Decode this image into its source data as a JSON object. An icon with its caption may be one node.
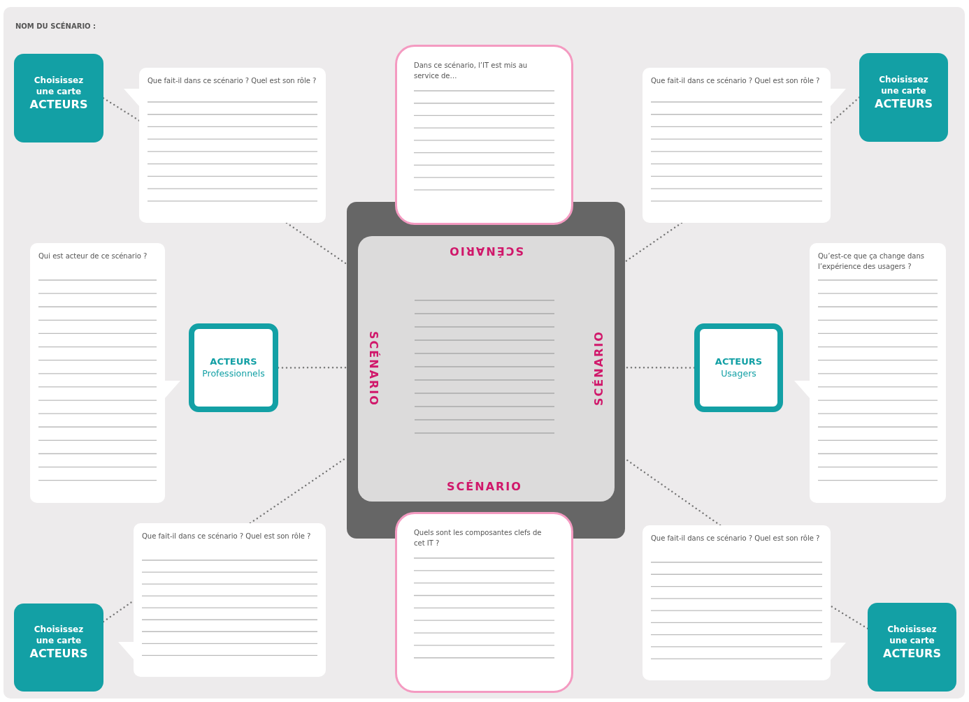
{
  "diagram": {
    "title": "NOM DU SCÉNARIO :",
    "nodes": [
      {
        "text": [],
        "shape": "box"
      },
      {
        "text": [
          "SCÉNARIO",
          "SCÉNARIO",
          "SCÉNARIO",
          "SCÉNARIO"
        ],
        "in": 0
      },
      {
        "text": [
          "Choisissez une carte",
          "ACTEURS"
        ]
      },
      {
        "text": [
          "Que fait-il dans ce scénario ? Quel est son rôle ?"
        ]
      },
      {
        "text": [
          "Dans ce scénario, l’IT est mis au service de…"
        ]
      },
      {
        "text": [
          "Que fait-il dans ce scénario ? Quel est son rôle ?"
        ]
      },
      {
        "text": [
          "Choisissez une carte",
          "ACTEURS"
        ]
      },
      {
        "text": [
          "Qui est acteur de ce scénario ?"
        ]
      },
      {
        "text": [
          "ACTEURS",
          "Professionnels"
        ]
      },
      {
        "text": [
          "ACTEURS",
          "Usagers"
        ]
      },
      {
        "text": [
          "Qu’est-ce que ça change dans l’expérience des usagers ?"
        ]
      },
      {
        "text": [
          "Que fait-il dans ce scénario ? Quel est son rôle ?"
        ]
      },
      {
        "text": [
          "Quels sont les composantes clefs de cet IT ?"
        ]
      },
      {
        "text": [
          "Que fait-il dans ce scénario ? Quel est son rôle ?"
        ]
      },
      {
        "text": [
          "Choisissez une carte",
          "ACTEURS"
        ]
      },
      {
        "text": [
          "Choisissez une carte",
          "ACTEURS"
        ]
      }
    ],
    "edges": [
      {
        "from": 2,
        "to": 3,
        "arrow": "none"
      },
      {
        "from": 3,
        "to": 0,
        "arrow": "none"
      },
      {
        "from": 6,
        "to": 5,
        "arrow": "none"
      },
      {
        "from": 5,
        "to": 0,
        "arrow": "none"
      },
      {
        "from": 8,
        "to": 0,
        "arrow": "none"
      },
      {
        "from": 9,
        "to": 0,
        "arrow": "none"
      },
      {
        "from": 11,
        "to": 0,
        "arrow": "none"
      },
      {
        "from": 14,
        "to": 11,
        "arrow": "none"
      },
      {
        "from": 13,
        "to": 0,
        "arrow": "none"
      },
      {
        "from": 15,
        "to": 13,
        "arrow": "none"
      }
    ]
  }
}
